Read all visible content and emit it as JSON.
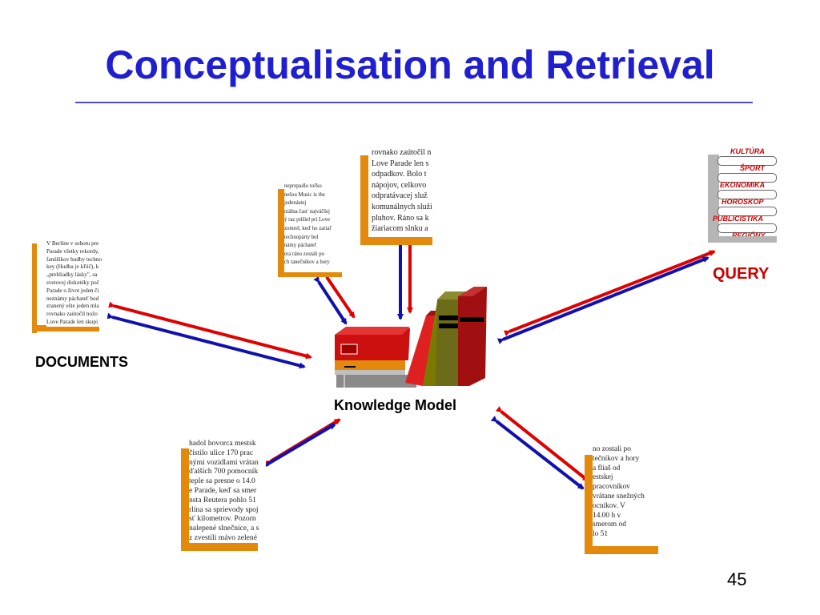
{
  "slide": {
    "title": "Conceptualisation and Retrieval",
    "page_number": "45"
  },
  "labels": {
    "documents": "DOCUMENTS",
    "query": "QUERY",
    "knowledge_model": "Knowledge Model"
  },
  "query_categories": [
    "KULTÚRA",
    "ŠPORT",
    "EKONOMIKA",
    "HOROSKOP",
    "PUBLICISTIKA",
    "REGIÓNY"
  ],
  "documents": {
    "left": [
      "V Berlíne v sobotu pre",
      "Parade všetky rekordy,",
      "fanúšikov hudby techno",
      "key (Hudba je kľúč), k",
      "„prehliadky lásky\", sa",
      "svetovej diskotéky poč",
      "Parade o život jeden či",
      "neznámy páchateľ bod",
      "zranený ešte jeden mla",
      "rovnako zaútočil nožo",
      "Love Parade len skupi"
    ],
    "upper_middle": [
      "neprepadlo toľko",
      "nešou Music is the",
      "jedenástej",
      "niálna časť najväčšej",
      "ý raz prišiel pri Love",
      "zomrel, keď ho zatiaľ",
      "technopárty bol",
      "námy páchateľ",
      "era ráno zostali po",
      "ch tanečníkov a hory"
    ],
    "top_center": [
      "rovnako zaútočil n",
      "Love Parade len s",
      "odpadkov. Bolo t",
      "nápojov, celkovo",
      "odpratávacej služ",
      "komunálnych služi",
      "pluhov. Ráno sa k",
      "žiariacom slnku a"
    ],
    "bottom_left": [
      "hadol hovorca mestsk",
      "čistilo ulice 170 prac",
      "nými vozidlami vrátan",
      "ďalších 700 pomocník",
      "teple sa presne o 14.0",
      "e Parade, keď sa smer",
      "nsta Reutera pohlo 51",
      "rlína sa sprievody spoj",
      "sť kilometrov. Pozorn",
      "nalepené slnečnice, a s",
      "z zvestili mávo zelené"
    ],
    "bottom_right": [
      "no zostali po",
      "tečníkov a hory",
      "a fliaš od",
      "estskej",
      "pracovníkov",
      "vrátane snežných",
      "ocníkov. V",
      "14.00 h v",
      "smerom od",
      "lo 51"
    ]
  },
  "colors": {
    "title": "#1f1fd0",
    "arrow_red": "#e00000",
    "arrow_blue": "#1010b0",
    "doc_bracket": "#e38a0c",
    "query_label": "#cc0000"
  }
}
